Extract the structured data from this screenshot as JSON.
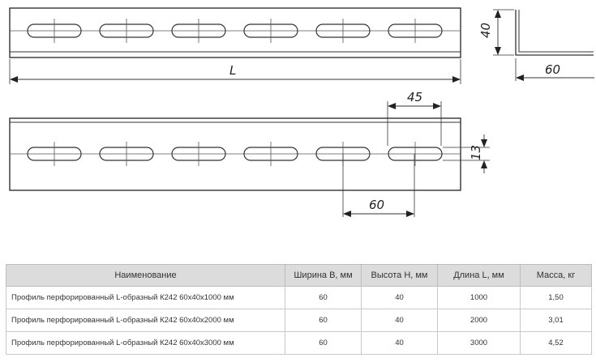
{
  "drawing": {
    "dim_length": "L",
    "dim_height": "40",
    "dim_width": "60",
    "dim_slot_length": "45",
    "dim_slot_height": "13",
    "dim_pitch": "60"
  },
  "table": {
    "headers": [
      "Наименование",
      "Ширина B, мм",
      "Высота H, мм",
      "Длина L, мм",
      "Масса, кг"
    ],
    "rows": [
      {
        "name": "Профиль перфорированный L-образный К242 60x40x1000 мм",
        "width": "60",
        "height": "40",
        "length": "1000",
        "mass": "1,50"
      },
      {
        "name": "Профиль перфорированный L-образный К242 60x40x2000 мм",
        "width": "60",
        "height": "40",
        "length": "2000",
        "mass": "3,01"
      },
      {
        "name": "Профиль перфорированный L-образный К242 60x40x3000 мм",
        "width": "60",
        "height": "40",
        "length": "3000",
        "mass": "4,52"
      }
    ]
  }
}
